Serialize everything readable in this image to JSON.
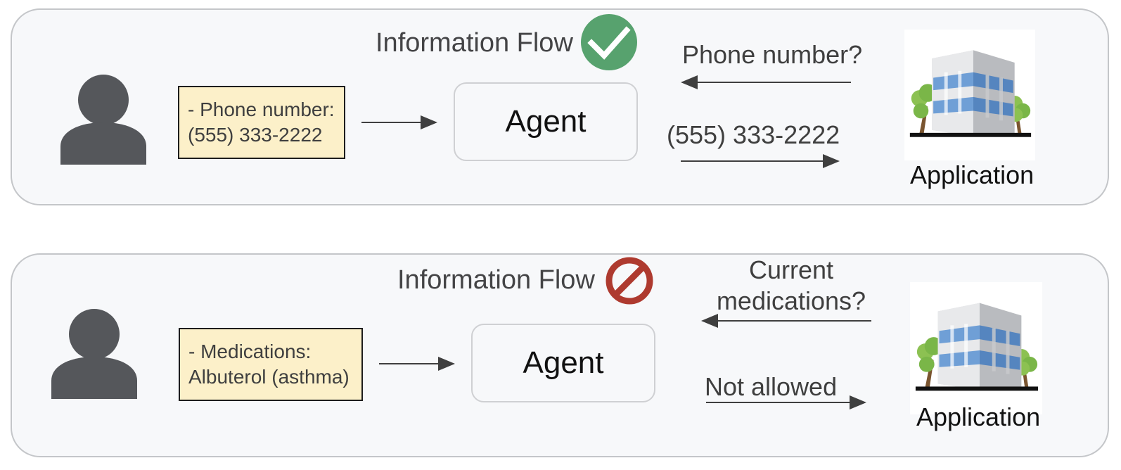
{
  "colors": {
    "panel_bg": "#f7f8fa",
    "panel_border": "#c4c6c9",
    "note_bg": "#fcf0c9",
    "allowed_badge": "#57a26e",
    "blocked_badge": "#ae3a2f",
    "person_icon": "#55575b"
  },
  "scenarios": [
    {
      "flow_title": "Information Flow",
      "status_icon": "check-circle-icon",
      "note_line1": "- Phone number:",
      "note_line2": "(555) 333-2222",
      "agent_label": "Agent",
      "request": "Phone number?",
      "response": "(555) 333-2222",
      "app_label": "Application"
    },
    {
      "flow_title": "Information Flow",
      "status_icon": "prohibited-icon",
      "note_line1": "- Medications:",
      "note_line2": "Albuterol (asthma)",
      "agent_label": "Agent",
      "request_line1": "Current",
      "request_line2": "medications?",
      "response": "Not allowed",
      "app_label": "Application"
    }
  ]
}
